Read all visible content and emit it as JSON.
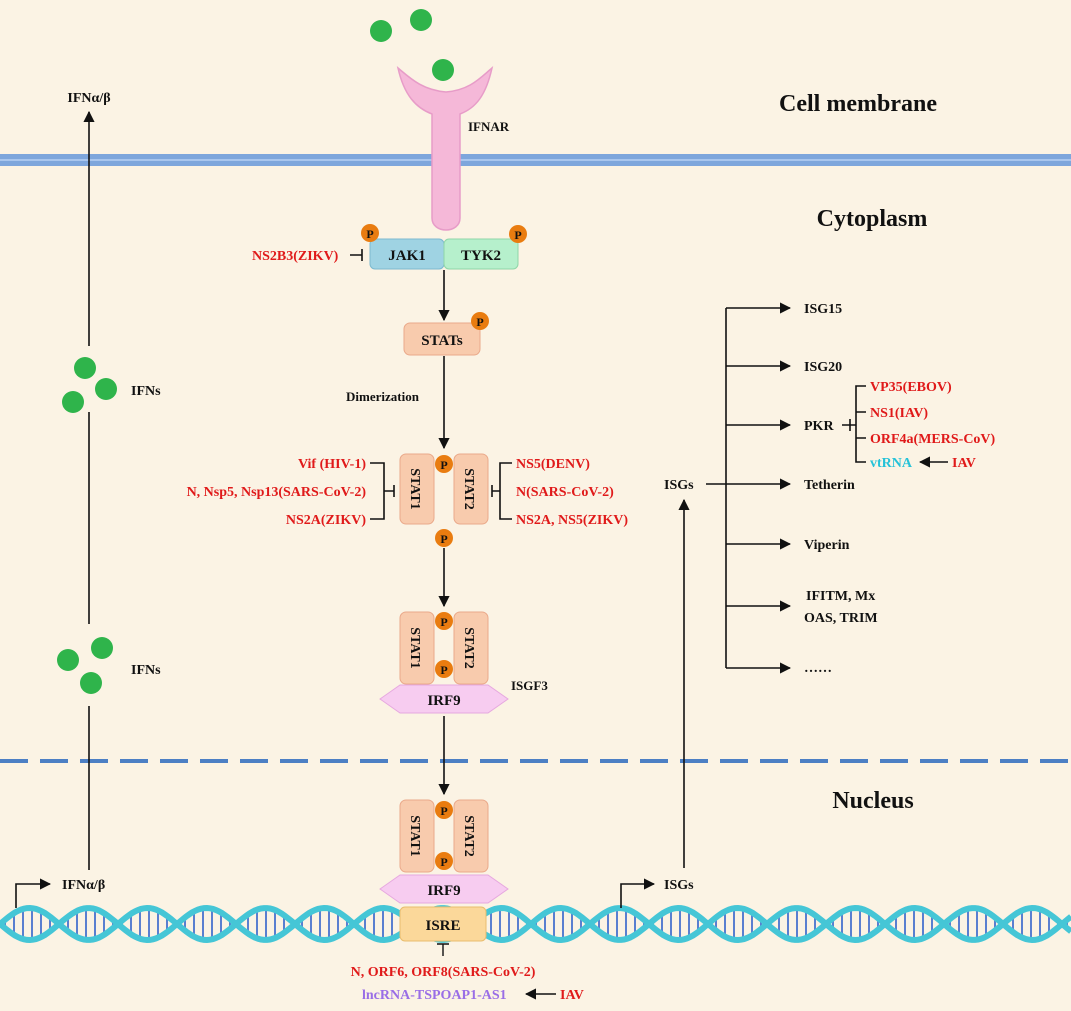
{
  "regions": {
    "membrane": "Cell membrane",
    "cytoplasm": "Cytoplasm",
    "nucleus": "Nucleus"
  },
  "receptor": {
    "label": "IFNAR",
    "jak1": "JAK1",
    "tyk2": "TYK2"
  },
  "phospho": "P",
  "stats": "STATs",
  "dimerization": "Dimerization",
  "stat1": "STAT1",
  "stat2": "STAT2",
  "irf9": "IRF9",
  "isgf3": "ISGF3",
  "isre": "ISRE",
  "left_path": {
    "ifn_top": "IFNα/β",
    "ifns_upper": "IFNs",
    "ifns_lower": "IFNs",
    "ifn_gene": "IFNα/β"
  },
  "inhibitors": {
    "jak": "NS2B3(ZIKV)",
    "stat1": [
      "Vif (HIV-1)",
      "N, Nsp5, Nsp13(SARS-CoV-2)",
      "NS2A(ZIKV)"
    ],
    "stat2": [
      "NS5(DENV)",
      "N(SARS-CoV-2)",
      "NS2A, NS5(ZIKV)"
    ],
    "isre": "N, ORF6, ORF8(SARS-CoV-2)",
    "lncrna": "lncRNA-TSPOAP1-AS1",
    "lncrna_source": "IAV"
  },
  "isgs": {
    "gene": "ISGs",
    "hub": "ISGs",
    "items": [
      "ISG15",
      "ISG20",
      "PKR",
      "Tetherin",
      "Viperin",
      "IFITM, Mx",
      "OAS, TRIM",
      "……"
    ],
    "pkr_inhibitors": [
      "VP35(EBOV)",
      "NS1(IAV)",
      "ORF4a(MERS-CoV)"
    ],
    "vtrna": "vtRNA",
    "vtrna_source": "IAV"
  },
  "colors": {
    "background": "#fbf3e4",
    "membrane": "#7ea6dc",
    "receptor": "#f5b8d8",
    "jak1": "#9fd3e3",
    "tyk2": "#b6f0cc",
    "stat": "#f8cbad",
    "irf9": "#f7ccf0",
    "isre": "#fbd89a",
    "phospho": "#e97c10",
    "ifn_dot": "#2fb44b",
    "dna": "#45c6d6",
    "inhibitor": "#e01a1a",
    "lncrna": "#9a6ee6",
    "vtrna": "#25c2d8"
  }
}
